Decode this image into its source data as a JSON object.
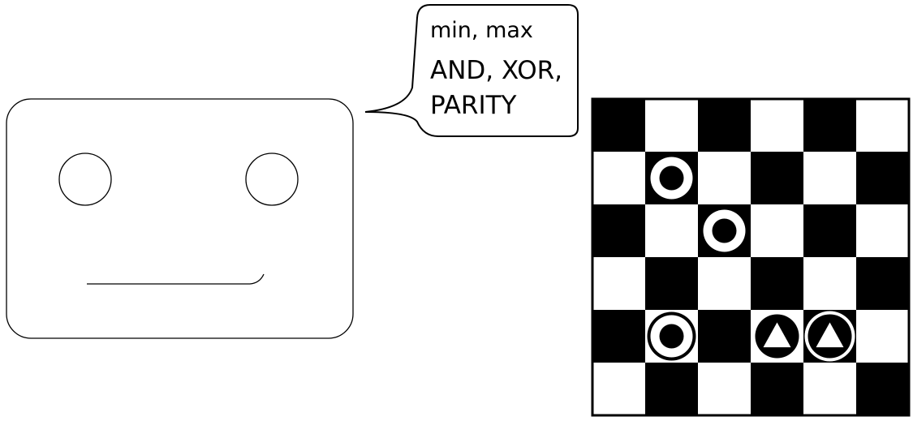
{
  "speech_bubble": {
    "lines": [
      "min, max",
      "AND, XOR,",
      "PARITY"
    ]
  },
  "face": {
    "parts": [
      "face-outline",
      "left-eye",
      "right-eye",
      "mouth"
    ]
  },
  "board": {
    "rows": 6,
    "cols": 6,
    "pieces": [
      {
        "row": 1,
        "col": 1,
        "kind": "circle"
      },
      {
        "row": 2,
        "col": 2,
        "kind": "circle"
      },
      {
        "row": 4,
        "col": 1,
        "kind": "circle"
      },
      {
        "row": 4,
        "col": 3,
        "kind": "triangle"
      },
      {
        "row": 4,
        "col": 4,
        "kind": "triangle"
      }
    ],
    "colors": {
      "dark": "#000000",
      "light": "#ffffff"
    }
  }
}
